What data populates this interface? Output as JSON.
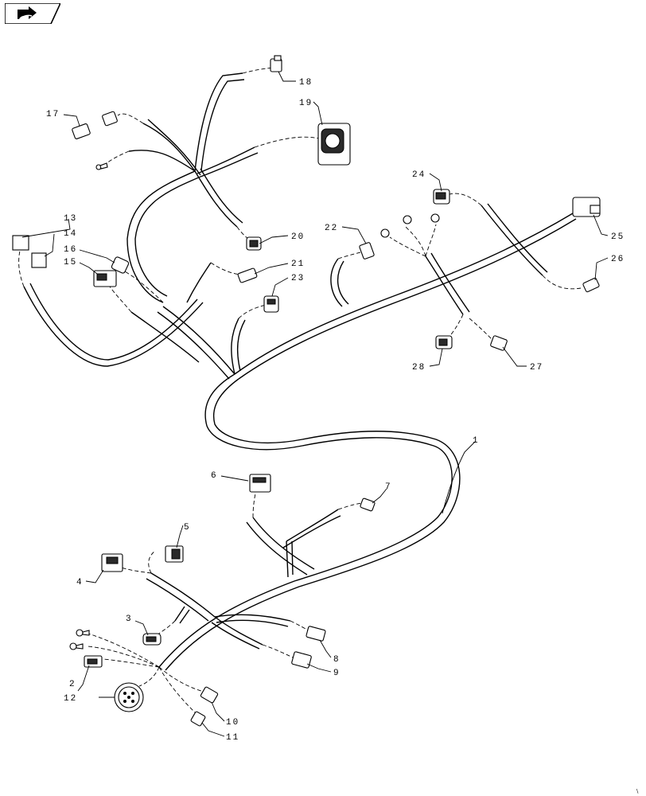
{
  "nav": {
    "icon": "next-page-arrow-icon"
  },
  "callouts": [
    {
      "id": "c1",
      "label": "1"
    },
    {
      "id": "c2",
      "label": "2"
    },
    {
      "id": "c3",
      "label": "3"
    },
    {
      "id": "c4",
      "label": "4"
    },
    {
      "id": "c5",
      "label": "5"
    },
    {
      "id": "c6",
      "label": "6"
    },
    {
      "id": "c7",
      "label": "7"
    },
    {
      "id": "c8",
      "label": "8"
    },
    {
      "id": "c9",
      "label": "9"
    },
    {
      "id": "c10",
      "label": "10"
    },
    {
      "id": "c11",
      "label": "11"
    },
    {
      "id": "c12",
      "label": "12"
    },
    {
      "id": "c13",
      "label": "13"
    },
    {
      "id": "c14",
      "label": "14"
    },
    {
      "id": "c15",
      "label": "15"
    },
    {
      "id": "c16",
      "label": "16"
    },
    {
      "id": "c17",
      "label": "17"
    },
    {
      "id": "c18",
      "label": "18"
    },
    {
      "id": "c19",
      "label": "19"
    },
    {
      "id": "c20",
      "label": "20"
    },
    {
      "id": "c21",
      "label": "21"
    },
    {
      "id": "c22",
      "label": "22"
    },
    {
      "id": "c23",
      "label": "23"
    },
    {
      "id": "c24",
      "label": "24"
    },
    {
      "id": "c25",
      "label": "25"
    },
    {
      "id": "c26",
      "label": "26"
    },
    {
      "id": "c27",
      "label": "27"
    },
    {
      "id": "c28",
      "label": "28"
    }
  ]
}
